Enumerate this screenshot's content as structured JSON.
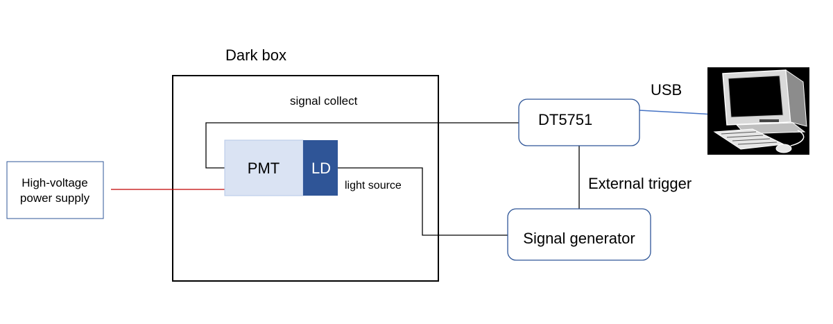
{
  "labels": {
    "dark_box": "Dark box",
    "signal_collect": "signal collect",
    "pmt": "PMT",
    "ld": "LD",
    "light_source": "light source",
    "hv_line1": "High-voltage",
    "hv_line2": "power supply",
    "digitizer": "DT5751",
    "usb": "USB",
    "external_trigger": "External trigger",
    "signal_generator": "Signal generator"
  },
  "colors": {
    "box_border": "#2e5597",
    "pmt_fill": "#dae3f3",
    "pmt_border": "#b4c7e7",
    "ld_fill": "#2f5597",
    "hv_line": "#c00000",
    "usb_line": "#4472c4",
    "wire": "#000000"
  },
  "icons": {
    "computer": "computer-icon"
  }
}
